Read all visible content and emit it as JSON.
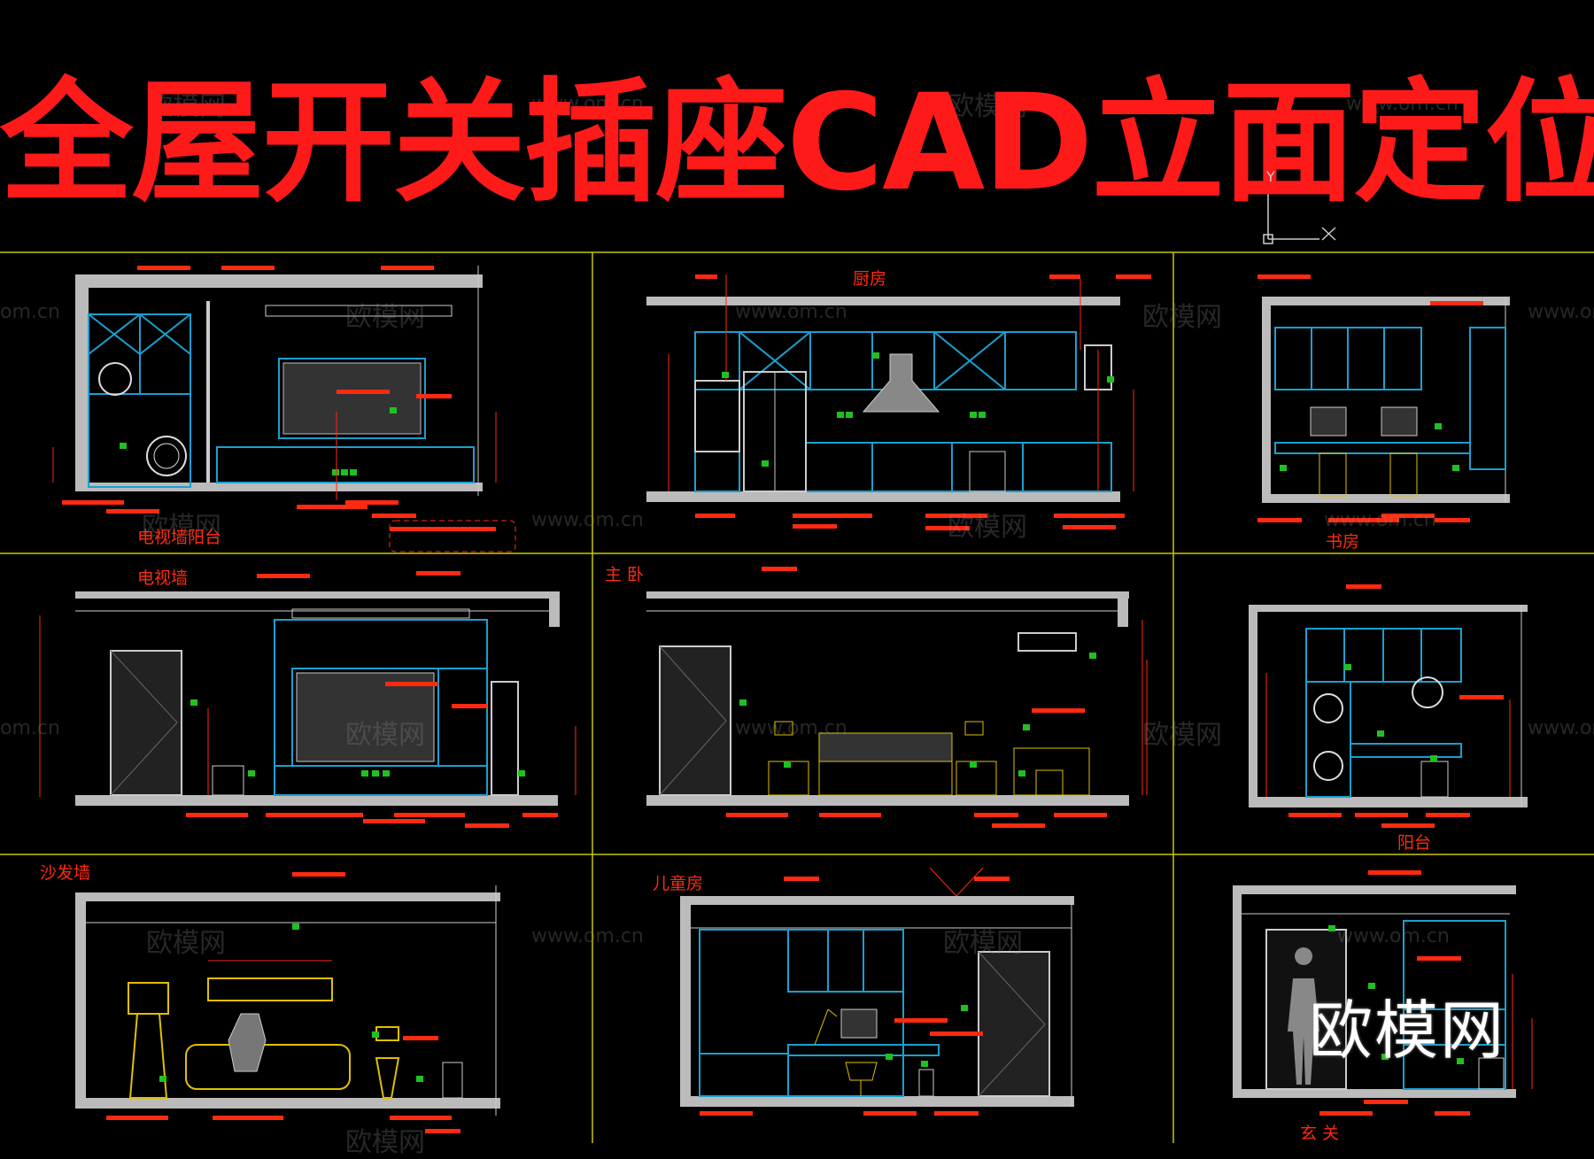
{
  "title": "全屋开关插座CAD立面定位",
  "watermark": {
    "brand": "欧模网",
    "url": "www.om.cn",
    "url_partial": "om.cn"
  },
  "ucs": {
    "y_axis": "Y",
    "x_axis": "X"
  },
  "panels": [
    {
      "id": "tv-balcony",
      "label": "电视墙阳台"
    },
    {
      "id": "kitchen",
      "label": "厨房"
    },
    {
      "id": "study",
      "label": "书房"
    },
    {
      "id": "tv-wall",
      "label": "电视墙"
    },
    {
      "id": "master-bedroom",
      "label": "主 卧"
    },
    {
      "id": "balcony",
      "label": "阳台"
    },
    {
      "id": "sofa-wall",
      "label": "沙发墙"
    },
    {
      "id": "kids-room",
      "label": "儿童房"
    },
    {
      "id": "entrance",
      "label": "玄 关"
    }
  ],
  "colors": {
    "background": "#000000",
    "title": "#ff1a1a",
    "outline": "#d0d0d0",
    "cabinet": "#1aa0d0",
    "dimension": "#ff2a10",
    "socket": "#21c021",
    "panel_grid": "#c8c800",
    "furniture": "#e0c000"
  }
}
